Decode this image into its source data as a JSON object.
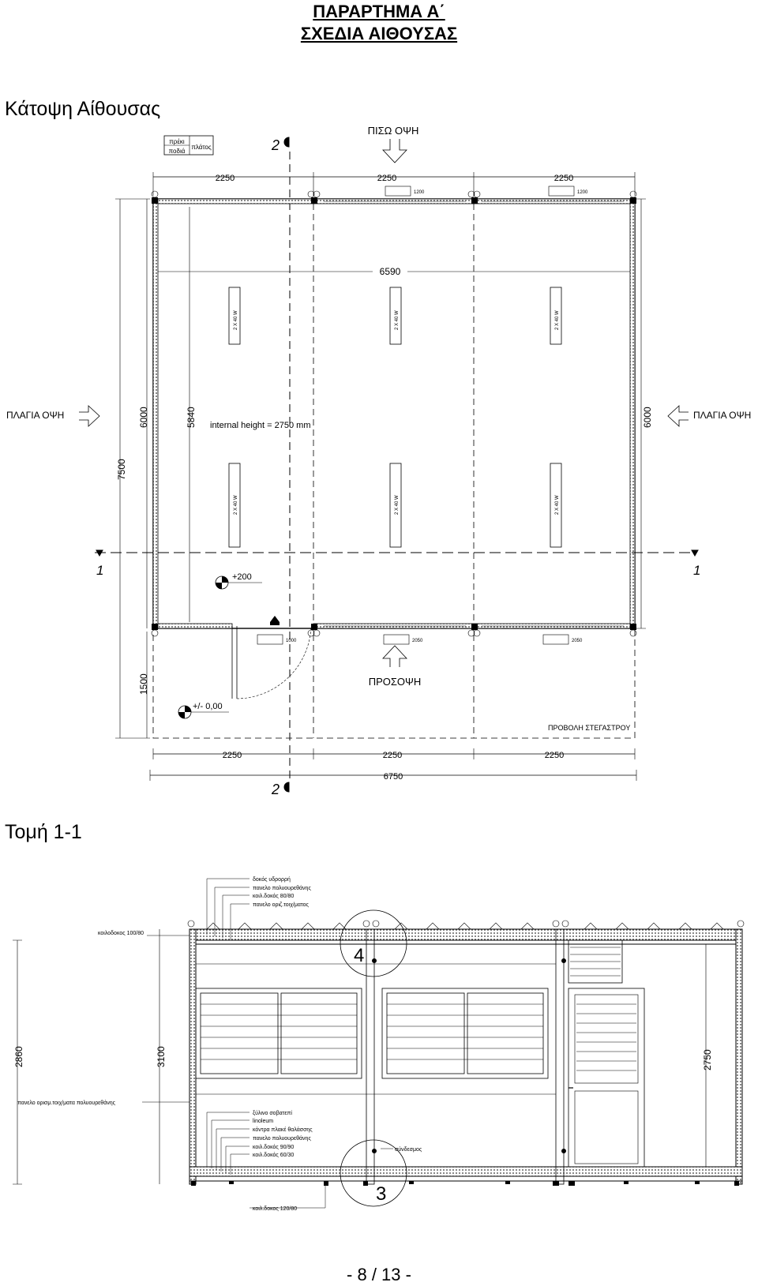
{
  "header": {
    "annex": "ΠΑΡΑΡΤΗΜΑ Α΄",
    "title": "ΣΧΕΔΙΑ ΑΙΘΟΥΣΑΣ"
  },
  "plan": {
    "heading": "Κάτοψη Αίθουσας",
    "table_cells": [
      "πρέκι",
      "ποδιά",
      "πλάτος"
    ],
    "rear_view": "ΠΙΣΩ ΟΨΗ",
    "front_view": "ΠΡΟΣΟΨΗ",
    "side_view_left": "ΠΛΑΓΙΑ ΟΨΗ",
    "side_view_right": "ΠΛΑΓΙΑ ΟΨΗ",
    "canopy": "ΠΡΟΒΟΛΗ ΣΤΕΓΑΣΤΡΟΥ",
    "internal_height": "internal height = 2750 mm",
    "dims_top": [
      "2250",
      "2250",
      "2250"
    ],
    "dims_bottom": [
      "2250",
      "2250",
      "2250"
    ],
    "dim_inner_width": "6590",
    "dim_total_width": "6750",
    "dim_left_7500": "7500",
    "dim_left_6000": "6000",
    "dim_left_5840": "5840",
    "dim_left_1500": "1500",
    "dim_right_6000": "6000",
    "section_mark_2": "2",
    "section_mark_1": "1",
    "level_floor": "+200",
    "level_ground": "+/- 0,00",
    "light_label": "2 X 40 W",
    "window_rear": "1200",
    "window_front": "2050",
    "door_width": "1000"
  },
  "section": {
    "heading": "Τομή 1-1",
    "dim_2860": "2860",
    "dim_3100": "3100",
    "dim_2750": "2750",
    "detail_4": "4",
    "detail_3": "3",
    "roof_labels": [
      "δοκός υδρορρή",
      "πανελο πολυουρεθάνης",
      "κοιλ.δοκός 80/80",
      "πανελο οριζ.τοιχ/ματος"
    ],
    "roof_left_label": "κοιλοδοκος 100/80",
    "wall_left_label": "πανελο ορισμ.τοιχ/ματα  πολυουρεθάνης",
    "floor_labels": [
      "ξύλινο σοβατεπί",
      "linoleum",
      "κόντρα πλακέ θαλάσσης",
      "πανελο πολυουρεθάνης",
      "κοιλ.δοκός 90/90",
      "κοιλ.δοκός 60/30"
    ],
    "joint_label": "σύνδεσμος",
    "base_label": "κοιλ.δοκος 120/80"
  },
  "footer": {
    "page": "- 8 / 13 -"
  }
}
